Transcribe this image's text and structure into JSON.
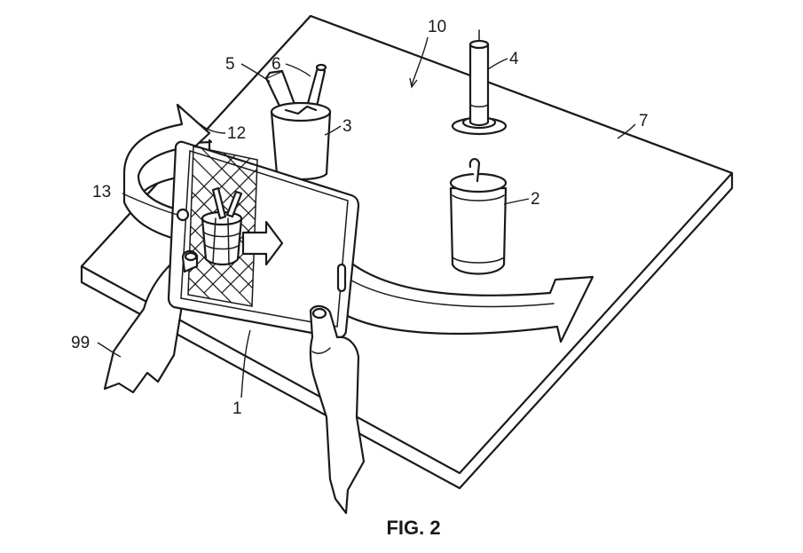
{
  "figure": {
    "caption": "FIG. 2",
    "reference_numerals": {
      "device": "1",
      "can": "2",
      "cup": "3",
      "candle": "4",
      "pencil_left": "5",
      "pencil_right": "6",
      "surface": "7",
      "scene": "10",
      "rotation_arrow": "12",
      "display": "13",
      "user": "99"
    }
  },
  "colors": {
    "line": "#1a1a1a",
    "fill": "#ffffff"
  }
}
